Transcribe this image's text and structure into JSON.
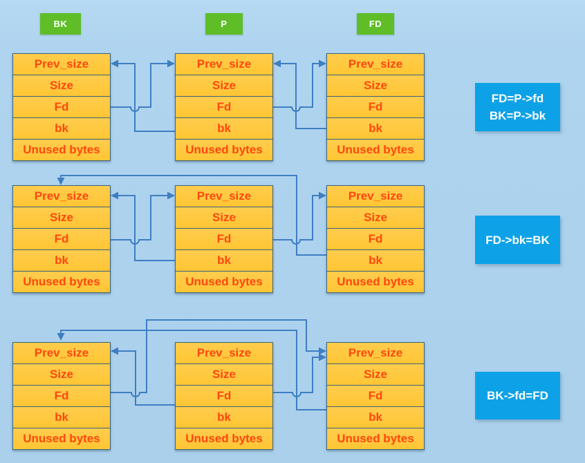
{
  "diagram": {
    "column_labels": [
      {
        "id": "bk",
        "text": "BK"
      },
      {
        "id": "p",
        "text": "P"
      },
      {
        "id": "fd",
        "text": "FD"
      }
    ],
    "chunk_fields": [
      "Prev_size",
      "Size",
      "Fd",
      "bk",
      "Unused bytes"
    ],
    "notes": [
      {
        "lines": [
          "FD=P->fd",
          "BK=P->bk"
        ]
      },
      {
        "lines": [
          "FD->bk=BK"
        ]
      },
      {
        "lines": [
          "BK->fd=FD"
        ]
      }
    ],
    "colors": {
      "background": "#AFD4EF",
      "cell_fill": "#FFC83E",
      "cell_text": "#FF470F",
      "cell_border": "#3C6579",
      "label_green": "#5FBE27",
      "note_blue": "#0DA2E7",
      "arrow_blue": "#3E7EC2",
      "label_text": "#FFFFFF",
      "note_text": "#FFFFFF"
    }
  }
}
